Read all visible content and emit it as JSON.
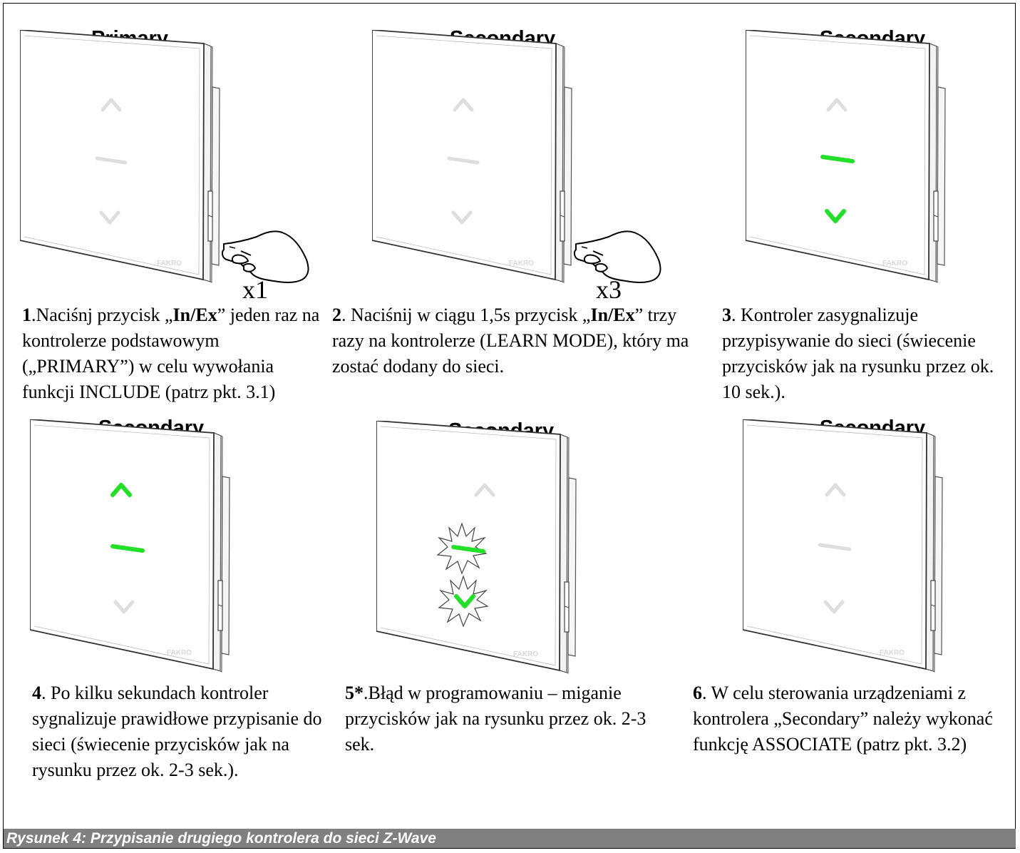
{
  "colors": {
    "led_on": "#22e028",
    "led_off": "#dedede",
    "caption_bg": "#808080"
  },
  "panels": [
    {
      "title": "Primary",
      "press_count": "x1",
      "num": "1",
      "desc_parts": {
        "a": ".Naciśnj przycisk „",
        "b": "In/Ex",
        "c": "” jeden raz na kontrolerze podstawowym („PRIMARY”) w celu wywołania funkcji INCLUDE (patrz pkt. 3.1)"
      },
      "leds": {
        "up": "off",
        "mid": "off",
        "down": "off"
      },
      "brand": "FAKRO"
    },
    {
      "title": "Secondary",
      "press_count": "x3",
      "num": "2",
      "desc_parts": {
        "a": ". Naciśnij w ciągu 1,5s  przycisk „",
        "b": "In/Ex",
        "c": "” trzy razy na kontrolerze (LEARN MODE), który ma zostać dodany do sieci."
      },
      "leds": {
        "up": "off",
        "mid": "off",
        "down": "off"
      },
      "brand": "FAKRO"
    },
    {
      "title": "Secondary",
      "num": "3",
      "desc": ". Kontroler zasygnalizuje przypisywanie do sieci (świecenie przycisków jak na rysunku przez ok. 10 sek.).",
      "leds": {
        "up": "off",
        "mid": "on",
        "down": "on"
      },
      "brand": "FAKRO"
    },
    {
      "title": "Secondary",
      "num": "4",
      "desc": ". Po kilku sekundach kontroler sygnalizuje prawidłowe przypisanie do sieci (świecenie przycisków jak na rysunku przez ok. 2-3 sek.).",
      "leds": {
        "up": "on",
        "mid": "on",
        "down": "off"
      },
      "brand": "FAKRO"
    },
    {
      "title": "Secondary",
      "num": "5*",
      "desc": ".Błąd w programowaniu – miganie przycisków jak na rysunku przez ok. 2-3 sek.",
      "leds": {
        "up": "off",
        "mid": "blink",
        "down": "blink"
      },
      "brand": "FAKRO"
    },
    {
      "title": "Secondary",
      "num": "6",
      "desc": ". W celu sterowania urządzeniami z kontrolera „Secondary” należy wykonać funkcję ASSOCIATE (patrz pkt. 3.2)",
      "leds": {
        "up": "off",
        "mid": "off",
        "down": "off"
      },
      "brand": "FAKRO"
    }
  ],
  "caption": "Rysunek 4: Przypisanie drugiego kontrolera do sieci Z-Wave"
}
